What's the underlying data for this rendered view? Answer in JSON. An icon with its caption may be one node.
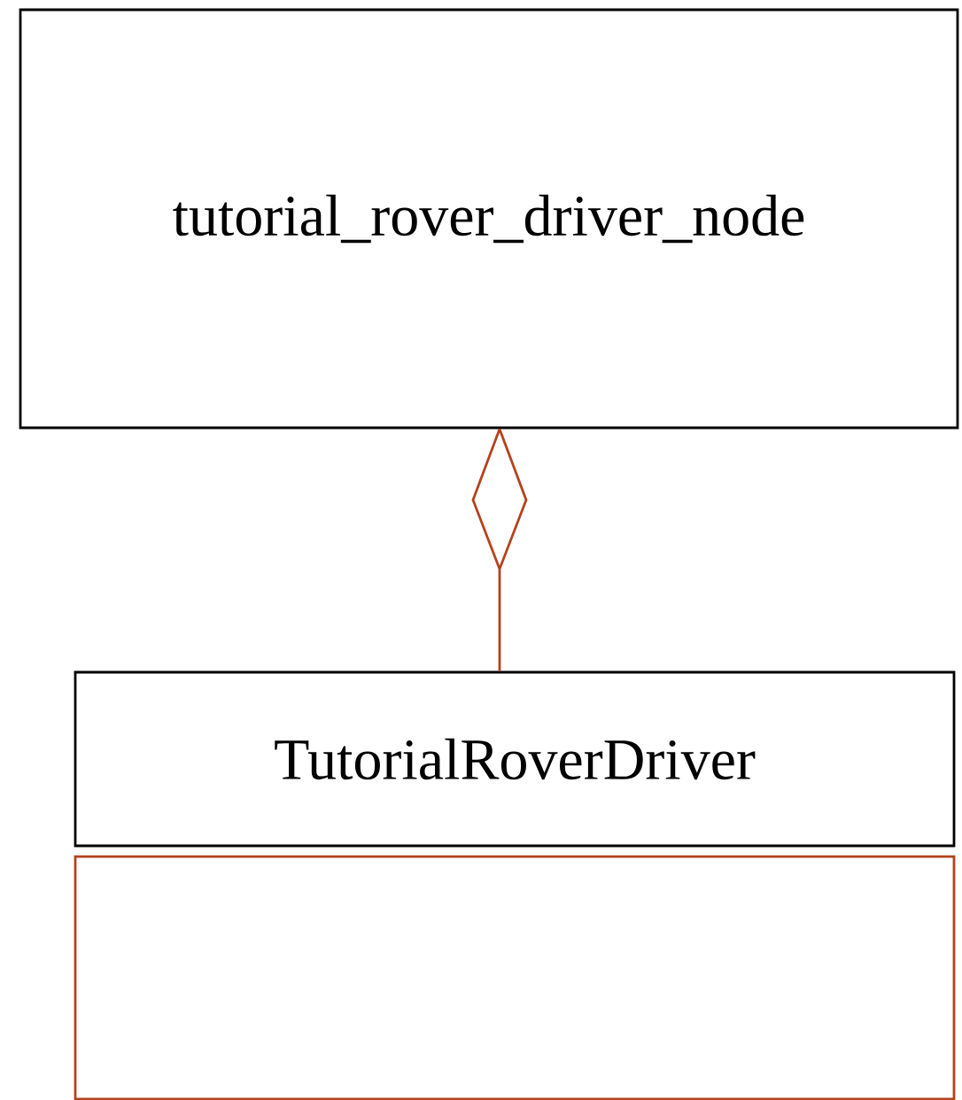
{
  "diagram": {
    "nodes": [
      {
        "text": [
          "tutorial_rover_driver_node"
        ]
      },
      {
        "text": [
          "TutorialRoverDriver"
        ]
      },
      {
        "text": [],
        "shape": "box"
      }
    ],
    "edges": [
      {
        "from": 0,
        "to": 1,
        "arrow": "other",
        "color": "#b5421c"
      }
    ]
  }
}
